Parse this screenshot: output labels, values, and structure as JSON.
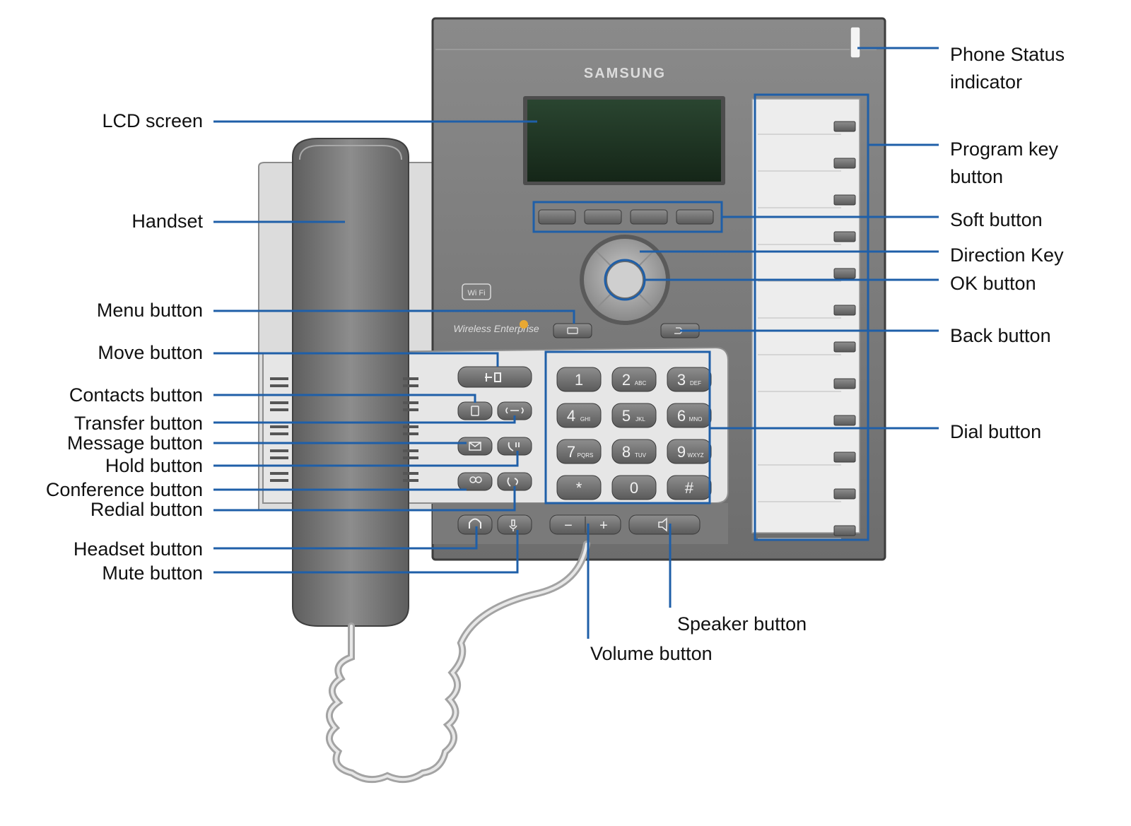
{
  "brand": "SAMSUNG",
  "logos": {
    "wifi": "Wi Fi",
    "wireless": "Wireless Enterprise"
  },
  "colors": {
    "callout": "#1f5fa8",
    "body": "#7a7a7a",
    "lcd": "#1f3323"
  },
  "keypad": [
    {
      "digit": "1",
      "letters": ""
    },
    {
      "digit": "2",
      "letters": "ABC"
    },
    {
      "digit": "3",
      "letters": "DEF"
    },
    {
      "digit": "4",
      "letters": "GHI"
    },
    {
      "digit": "5",
      "letters": "JKL"
    },
    {
      "digit": "6",
      "letters": "MNO"
    },
    {
      "digit": "7",
      "letters": "PQRS"
    },
    {
      "digit": "8",
      "letters": "TUV"
    },
    {
      "digit": "9",
      "letters": "WXYZ"
    },
    {
      "digit": "*",
      "letters": ""
    },
    {
      "digit": "0",
      "letters": ""
    },
    {
      "digit": "#",
      "letters": ""
    }
  ],
  "volume": {
    "minus": "−",
    "plus": "+"
  },
  "labels": {
    "phone_status": [
      "Phone Status",
      "indicator"
    ],
    "program_key": [
      "Program key",
      "button"
    ],
    "soft": "Soft button",
    "direction": "Direction Key",
    "ok": "OK button",
    "back": "Back button",
    "dial": "Dial button",
    "lcd": "LCD screen",
    "handset": "Handset",
    "menu": "Menu button",
    "move": "Move button",
    "contacts": "Contacts button",
    "transfer": "Transfer button",
    "message": "Message button",
    "hold": "Hold button",
    "conference": "Conference button",
    "redial": "Redial button",
    "headset": "Headset button",
    "mute": "Mute button",
    "speaker": "Speaker button",
    "volume": "Volume button"
  }
}
